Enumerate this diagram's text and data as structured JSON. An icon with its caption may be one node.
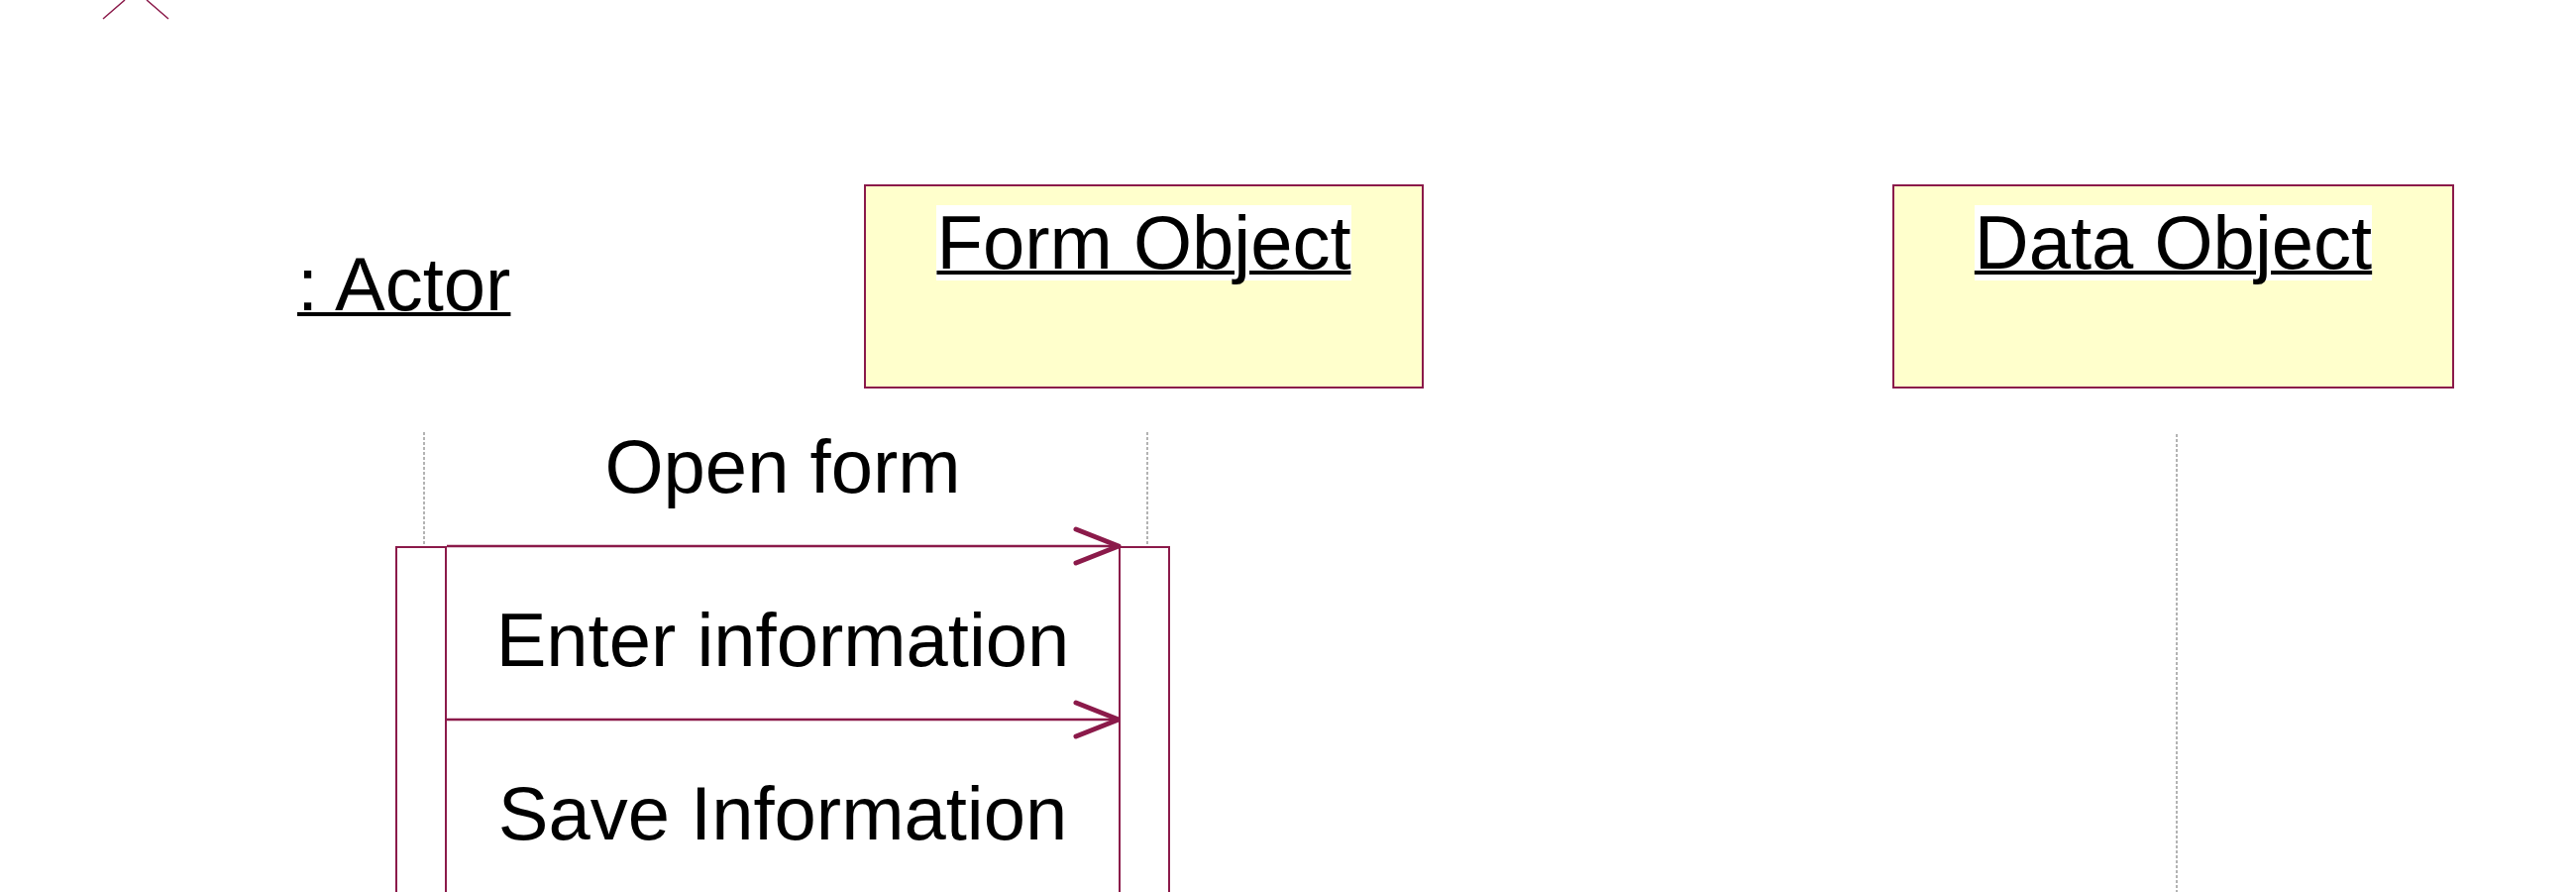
{
  "diagram": {
    "nodes": [
      {
        "text": [
          ": Actor"
        ]
      },
      {
        "text": [
          "Form Object"
        ]
      },
      {
        "text": [
          "Data Object"
        ]
      },
      {
        "text": [],
        "shape": "bar"
      },
      {
        "text": [],
        "shape": "bar"
      }
    ],
    "edges": [
      {
        "from": 3,
        "to": 4,
        "arrow": "to",
        "label": "Open form"
      },
      {
        "from": 3,
        "to": 4,
        "arrow": "to",
        "label": "Enter information"
      }
    ],
    "labels": [
      "Save Information"
    ]
  }
}
